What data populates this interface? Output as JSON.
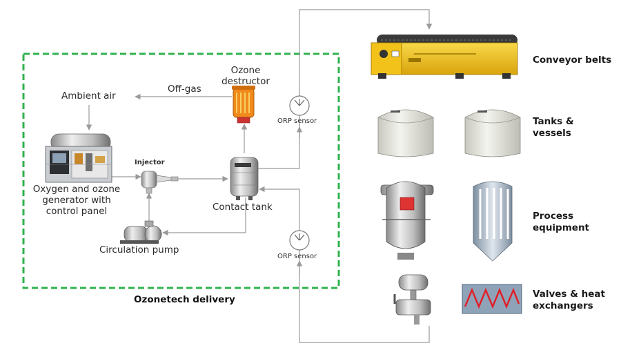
{
  "labels": {
    "ambient_air": "Ambient air",
    "off_gas": "Off-gas",
    "ozone_destructor_line1": "Ozone",
    "ozone_destructor_line2": "destructor",
    "orp_sensor_top": "ORP sensor",
    "orp_sensor_bottom": "ORP sensor",
    "injector": "Injector",
    "generator_line1": "Oxygen and ozone",
    "generator_line2": "generator with",
    "generator_line3": "control panel",
    "contact_tank": "Contact tank",
    "circulation_pump": "Circulation pump",
    "delivery": "Ozonetech delivery"
  },
  "categories": {
    "conveyor": [
      "Conveyor belts"
    ],
    "tanks": [
      "Tanks &",
      "vessels"
    ],
    "process": [
      "Process",
      "equipment"
    ],
    "valves": [
      "Valves & heat",
      "exchangers"
    ]
  },
  "colors": {
    "delivery_border": "#2fb24e",
    "flow_line": "#9a9a9a",
    "conveyor_yellow": "#f2c21b",
    "destructor_orange": "#f08a1c",
    "heat_exchanger_zigzag": "#e0202a",
    "heat_exchanger_bg": "#8fa3b8"
  },
  "icons": [
    "generator-icon",
    "injector-icon",
    "contact-tank-icon",
    "circulation-pump-icon",
    "ozone-destructor-icon",
    "orp-sensor-icon",
    "conveyor-belt-icon",
    "tank-icon",
    "process-vessel-icon",
    "filter-vessel-icon",
    "valve-icon",
    "heat-exchanger-icon"
  ]
}
